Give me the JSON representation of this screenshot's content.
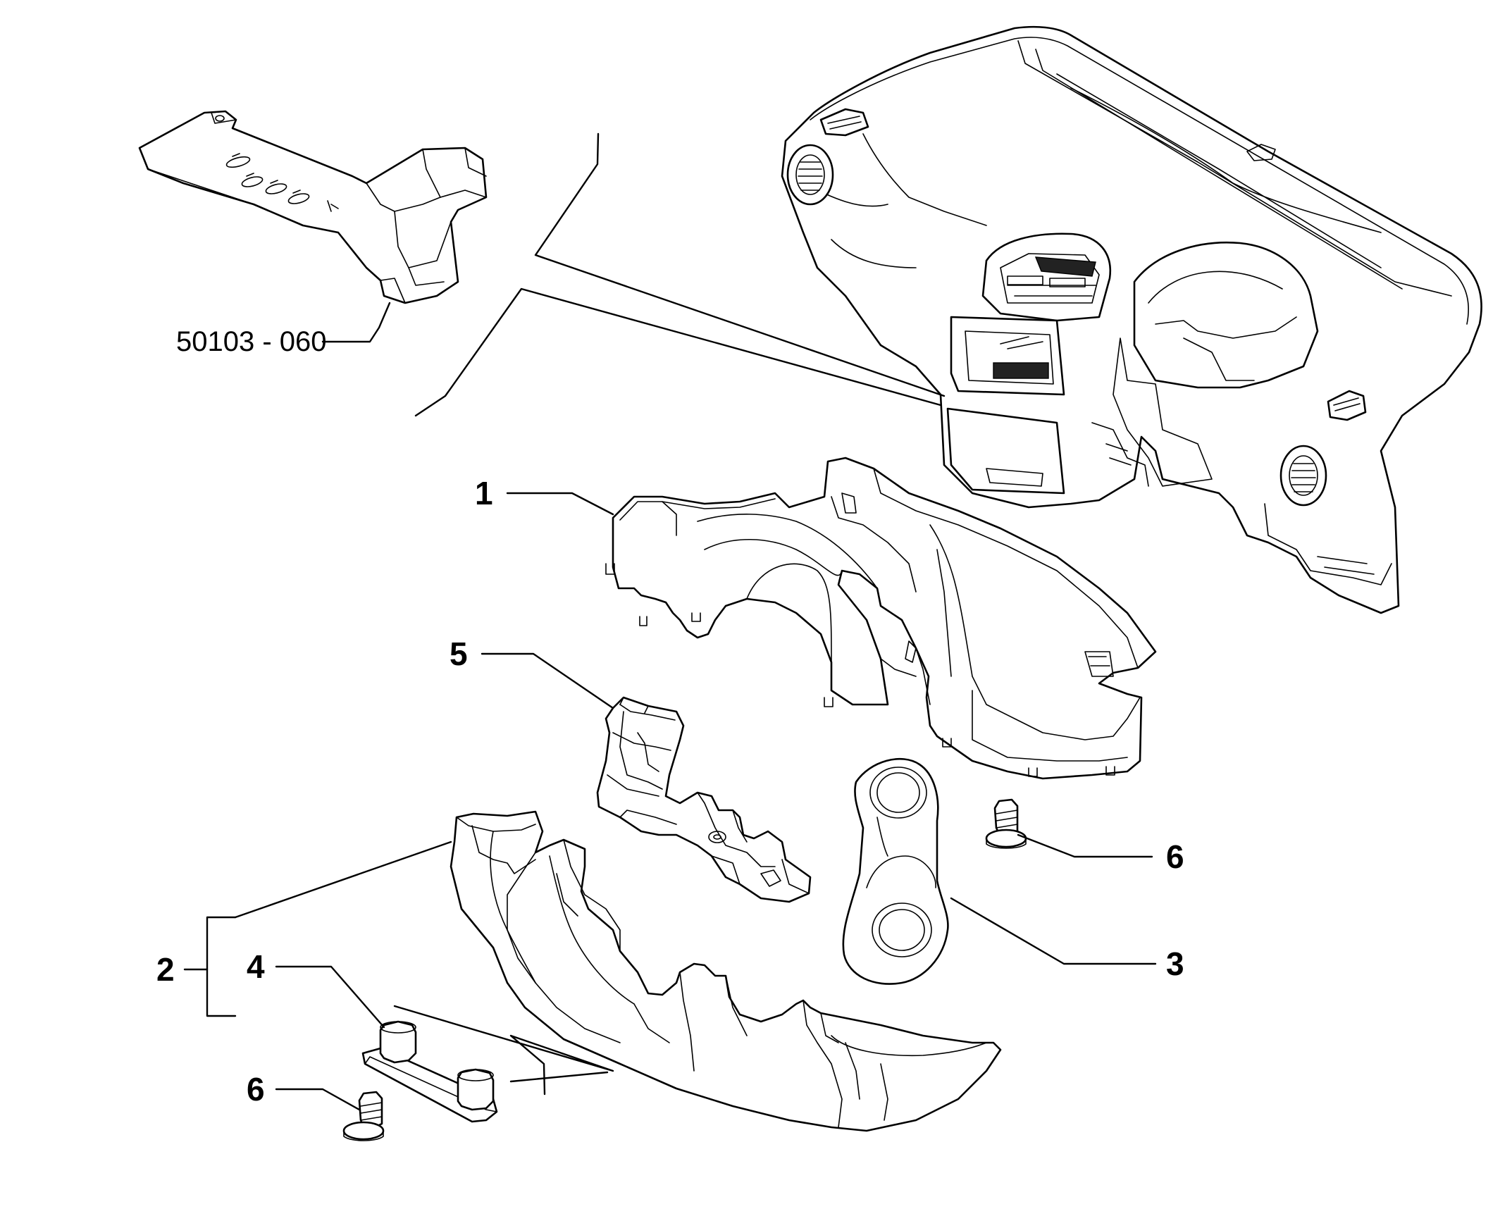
{
  "diagram": {
    "reference_label": "50103 - 060",
    "callouts": [
      {
        "id": "1",
        "label": "1",
        "part": "upper-steering-column-shroud"
      },
      {
        "id": "2",
        "label": "2",
        "part": "lower-steering-column-shroud"
      },
      {
        "id": "3",
        "label": "3",
        "part": "switch-trim-bezel"
      },
      {
        "id": "4",
        "label": "4",
        "part": "mounting-bracket"
      },
      {
        "id": "5",
        "label": "5",
        "part": "support-bracket"
      },
      {
        "id": "6a",
        "label": "6",
        "part": "screw-right"
      },
      {
        "id": "6b",
        "label": "6",
        "part": "screw-lower"
      }
    ]
  },
  "colors": {
    "line": "#000000",
    "background": "#ffffff"
  }
}
